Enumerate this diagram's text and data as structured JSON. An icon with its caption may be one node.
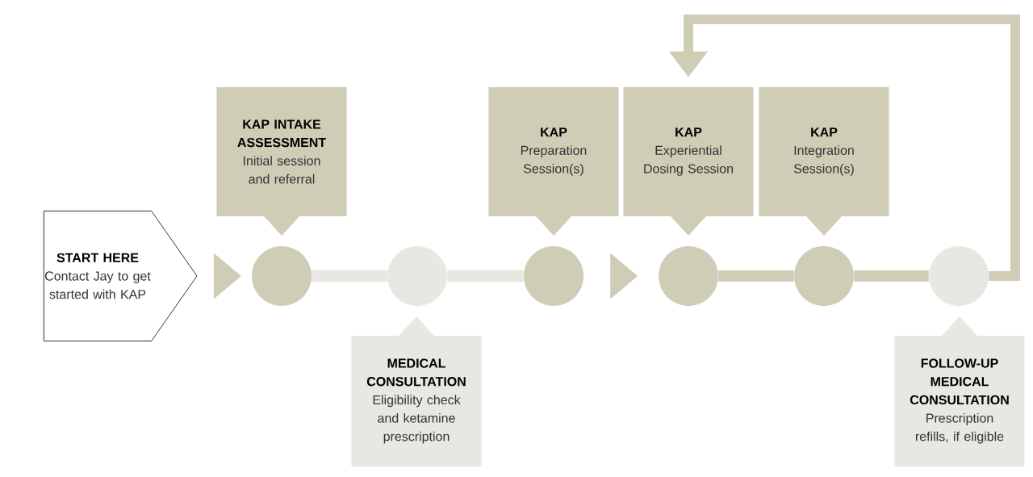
{
  "diagram": {
    "nodes": [
      {
        "text": [
          "START HERE",
          "Contact Jay to get started with KAP"
        ]
      },
      {
        "text": [
          "KAP INTAKE ASSESSMENT",
          "Initial session and referral"
        ]
      },
      {
        "text": [
          "KAP",
          "Preparation Session(s)"
        ]
      },
      {
        "text": [
          "KAP",
          "Experiential Dosing Session"
        ]
      },
      {
        "text": [
          "KAP",
          "Integration Session(s)"
        ]
      },
      {
        "text": [],
        "shape": "circle"
      },
      {
        "text": [],
        "shape": "circle"
      },
      {
        "text": [],
        "shape": "circle"
      },
      {
        "text": [],
        "shape": "circle"
      },
      {
        "text": [],
        "shape": "circle"
      },
      {
        "text": [],
        "shape": "circle"
      },
      {
        "text": [
          "MEDICAL CONSULTATION",
          "Eligibility check and ketamine prescription"
        ]
      },
      {
        "text": [
          "FOLLOW-UP MEDICAL CONSULTATION",
          "Prescription refills, if eligible"
        ]
      }
    ],
    "edges": [
      {
        "from": 0,
        "to": 5,
        "arrow": "to"
      },
      {
        "from": 5,
        "to": 6,
        "arrow": "none",
        "color": "#e9e7e1"
      },
      {
        "from": 6,
        "to": 7,
        "arrow": "none",
        "color": "#e9e7e1"
      },
      {
        "from": 7,
        "to": 8,
        "arrow": "to"
      },
      {
        "from": 8,
        "to": 9,
        "arrow": "none"
      },
      {
        "from": 9,
        "to": 10,
        "arrow": "none"
      },
      {
        "from": 10,
        "to": 3,
        "arrow": "to"
      }
    ]
  }
}
